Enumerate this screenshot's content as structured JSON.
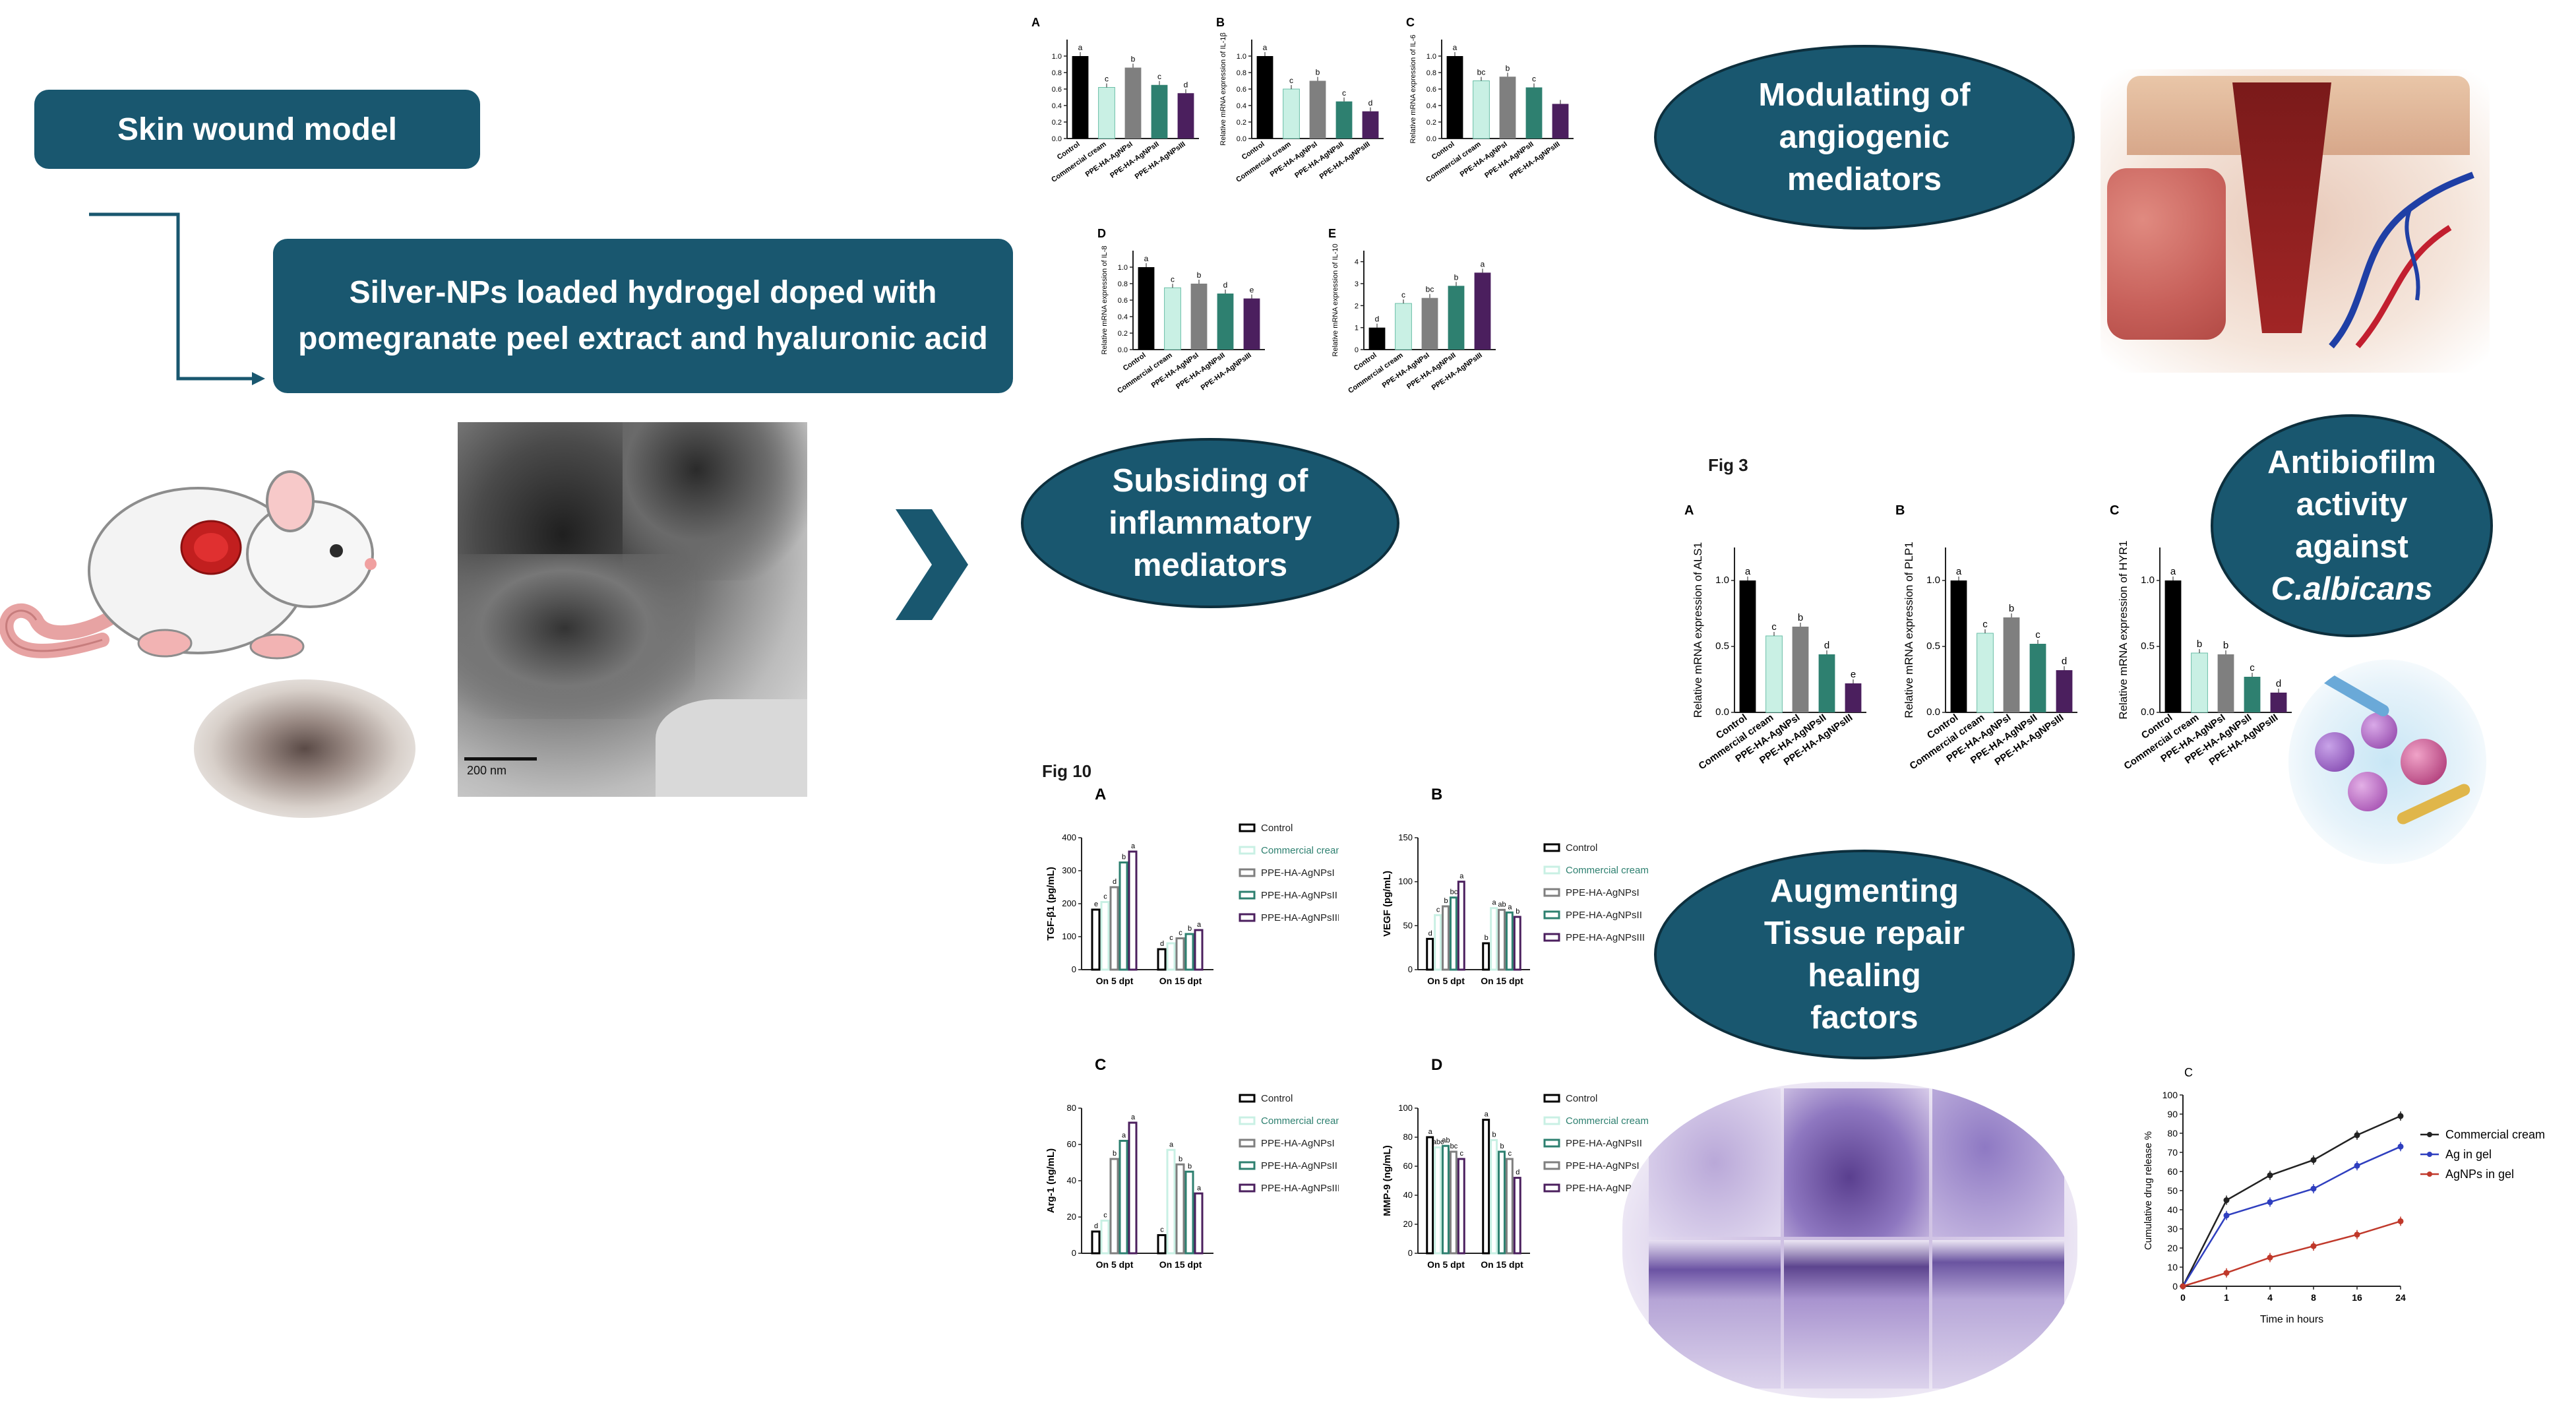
{
  "labels": {
    "skin_wound_model": "Skin wound model",
    "hydrogel": "Silver-NPs loaded hydrogel doped with pomegranate peel extract and hyaluronic acid",
    "tem_scale": "200 nm",
    "subsiding_line1": "Subsiding of",
    "subsiding_line2": "inflammatory",
    "subsiding_line3": "mediators",
    "angio_line1": "Modulating of",
    "angio_line2": "angiogenic",
    "angio_line3": "mediators",
    "antibiofilm_line1": "Antibiofilm",
    "antibiofilm_line2": "activity",
    "antibiofilm_line3": "against",
    "antibiofilm_line4": "C.albicans",
    "augment_line1": "Augmenting",
    "augment_line2": "Tissue repair",
    "augment_line3": "healing",
    "augment_line4": "factors",
    "fig3": "Fig 3",
    "fig10": "Fig 10"
  },
  "colors": {
    "banner": "#19576f",
    "control": "#000000",
    "commercial": "#c9f0e4",
    "agnps1": "#7f7f7f",
    "agnps2": "#2e8070",
    "agnps3": "#4b1f5e"
  },
  "groups": [
    "Control",
    "Commercial cream",
    "PPE-HA-AgNPsI",
    "PPE-HA-AgNPsII",
    "PPE-HA-AgNPsIII"
  ],
  "chart_data": [
    {
      "id": "inflam_A",
      "type": "bar",
      "panel": "A",
      "ylabel": "",
      "ylim": [
        0,
        1.2
      ],
      "ticks": [
        "0.0",
        "0.2",
        "0.4",
        "0.6",
        "0.8",
        "1.0"
      ],
      "tick_vals": [
        0,
        0.2,
        0.4,
        0.6,
        0.8,
        1.0
      ],
      "categories": [
        "Control",
        "Commercial cream",
        "PPE-HA-AgNPsI",
        "PPE-HA-AgNPsII",
        "PPE-HA-AgNPsIII"
      ],
      "values": [
        1.0,
        0.62,
        0.86,
        0.65,
        0.55
      ],
      "letters": [
        "a",
        "c",
        "b",
        "c",
        "d"
      ]
    },
    {
      "id": "inflam_B",
      "type": "bar",
      "panel": "B",
      "ylabel": "Relative mRNA expression of IL-1β",
      "ylim": [
        0,
        1.2
      ],
      "ticks": [
        "0.0",
        "0.2",
        "0.4",
        "0.6",
        "0.8",
        "1.0"
      ],
      "tick_vals": [
        0,
        0.2,
        0.4,
        0.6,
        0.8,
        1.0
      ],
      "categories": [
        "Control",
        "Commercial cream",
        "PPE-HA-AgNPsI",
        "PPE-HA-AgNPsII",
        "PPE-HA-AgNPsIII"
      ],
      "values": [
        1.0,
        0.6,
        0.7,
        0.45,
        0.33
      ],
      "letters": [
        "a",
        "c",
        "b",
        "c",
        "d"
      ]
    },
    {
      "id": "inflam_C",
      "type": "bar",
      "panel": "C",
      "ylabel": "Relative mRNA expression of IL-6",
      "ylim": [
        0,
        1.2
      ],
      "ticks": [
        "0.0",
        "0.2",
        "0.4",
        "0.6",
        "0.8",
        "1.0"
      ],
      "tick_vals": [
        0,
        0.2,
        0.4,
        0.6,
        0.8,
        1.0
      ],
      "categories": [
        "Control",
        "Commercial cream",
        "PPE-HA-AgNPsI",
        "PPE-HA-AgNPsII",
        "PPE-HA-AgNPsIII"
      ],
      "values": [
        1.0,
        0.7,
        0.75,
        0.62,
        0.42
      ],
      "letters": [
        "a",
        "bc",
        "b",
        "c",
        ""
      ]
    },
    {
      "id": "inflam_D",
      "type": "bar",
      "panel": "D",
      "ylabel": "Relative mRNA expression of IL-8",
      "ylim": [
        0,
        1.2
      ],
      "ticks": [
        "0.0",
        "0.2",
        "0.4",
        "0.6",
        "0.8",
        "1.0"
      ],
      "tick_vals": [
        0,
        0.2,
        0.4,
        0.6,
        0.8,
        1.0
      ],
      "categories": [
        "Control",
        "Commercial cream",
        "PPE-HA-AgNPsI",
        "PPE-HA-AgNPsII",
        "PPE-HA-AgNPsIII"
      ],
      "values": [
        1.0,
        0.75,
        0.8,
        0.68,
        0.62
      ],
      "letters": [
        "a",
        "c",
        "b",
        "d",
        "e"
      ]
    },
    {
      "id": "inflam_E",
      "type": "bar",
      "panel": "E",
      "ylabel": "Relative mRNA expression of IL-10",
      "ylim": [
        0,
        4.5
      ],
      "ticks": [
        "0",
        "1",
        "2",
        "3",
        "4"
      ],
      "tick_vals": [
        0,
        1,
        2,
        3,
        4
      ],
      "categories": [
        "Control",
        "Commercial cream",
        "PPE-HA-AgNPsI",
        "PPE-HA-AgNPsII",
        "PPE-HA-AgNPsIII"
      ],
      "values": [
        1.0,
        2.1,
        2.35,
        2.9,
        3.5
      ],
      "letters": [
        "d",
        "c",
        "bc",
        "b",
        "a"
      ]
    },
    {
      "id": "fig3_A",
      "type": "bar",
      "panel": "A",
      "ylabel": "Relative mRNA expression of ALS1",
      "ylim": [
        0,
        1.25
      ],
      "ticks": [
        "0.0",
        "0.5",
        "1.0"
      ],
      "tick_vals": [
        0,
        0.5,
        1.0
      ],
      "categories": [
        "Control",
        "Commercial cream",
        "PPE-HA-AgNPsI",
        "PPE-HA-AgNPsII",
        "PPE-HA-AgNPsIII"
      ],
      "values": [
        1.0,
        0.58,
        0.65,
        0.44,
        0.22
      ],
      "letters": [
        "a",
        "c",
        "b",
        "d",
        "e"
      ]
    },
    {
      "id": "fig3_B",
      "type": "bar",
      "panel": "B",
      "ylabel": "Relative mRNA expression of PLP1",
      "ylim": [
        0,
        1.25
      ],
      "ticks": [
        "0.0",
        "0.5",
        "1.0"
      ],
      "tick_vals": [
        0,
        0.5,
        1.0
      ],
      "categories": [
        "Control",
        "Commercial cream",
        "PPE-HA-AgNPsI",
        "PPE-HA-AgNPsII",
        "PPE-HA-AgNPsIII"
      ],
      "values": [
        1.0,
        0.6,
        0.72,
        0.52,
        0.32
      ],
      "letters": [
        "a",
        "c",
        "b",
        "c",
        "d"
      ]
    },
    {
      "id": "fig3_C",
      "type": "bar",
      "panel": "C",
      "ylabel": "Relative mRNA expression of HYR1",
      "ylim": [
        0,
        1.25
      ],
      "ticks": [
        "0.0",
        "0.5",
        "1.0"
      ],
      "tick_vals": [
        0,
        0.5,
        1.0
      ],
      "categories": [
        "Control",
        "Commercial cream",
        "PPE-HA-AgNPsI",
        "PPE-HA-AgNPsII",
        "PPE-HA-AgNPsIII"
      ],
      "values": [
        1.0,
        0.45,
        0.44,
        0.27,
        0.15
      ],
      "letters": [
        "a",
        "b",
        "b",
        "c",
        "d"
      ]
    },
    {
      "id": "fig10_A",
      "type": "bar",
      "panel": "A",
      "ylabel": "TGF-β1 (pg/mL)",
      "ylim": [
        0,
        400
      ],
      "ticks": [
        "0",
        "100",
        "200",
        "300",
        "400"
      ],
      "tick_vals": [
        0,
        100,
        200,
        300,
        400
      ],
      "categories": [
        "On 5 dpt",
        "On 15 dpt"
      ],
      "series": [
        {
          "name": "Control",
          "values": [
            182,
            62
          ]
        },
        {
          "name": "Commercial cream",
          "values": [
            205,
            80
          ]
        },
        {
          "name": "PPE-HA-AgNPsI",
          "values": [
            250,
            95
          ]
        },
        {
          "name": "PPE-HA-AgNPsII",
          "values": [
            325,
            108
          ]
        },
        {
          "name": "PPE-HA-AgNPsIII",
          "values": [
            358,
            120
          ]
        }
      ],
      "letters": [
        [
          "e",
          "c",
          "d",
          "b",
          "a"
        ],
        [
          "d",
          "c",
          "c",
          "b",
          "a"
        ]
      ]
    },
    {
      "id": "fig10_B",
      "type": "bar",
      "panel": "B",
      "ylabel": "VEGF (pg/mL)",
      "ylim": [
        0,
        150
      ],
      "ticks": [
        "0",
        "50",
        "100",
        "150"
      ],
      "tick_vals": [
        0,
        50,
        100,
        150
      ],
      "categories": [
        "On 5 dpt",
        "On 15 dpt"
      ],
      "series": [
        {
          "name": "Control",
          "values": [
            35,
            30
          ]
        },
        {
          "name": "Commercial cream",
          "values": [
            62,
            70
          ]
        },
        {
          "name": "PPE-HA-AgNPsI",
          "values": [
            72,
            68
          ]
        },
        {
          "name": "PPE-HA-AgNPsII",
          "values": [
            82,
            65
          ]
        },
        {
          "name": "PPE-HA-AgNPsIII",
          "values": [
            100,
            60
          ]
        }
      ],
      "letters": [
        [
          "d",
          "c",
          "b",
          "bc",
          "a"
        ],
        [
          "b",
          "a",
          "ab",
          "a",
          "b"
        ]
      ]
    },
    {
      "id": "fig10_C",
      "type": "bar",
      "panel": "C",
      "ylabel": "Arg-1 (ng/mL)",
      "ylim": [
        0,
        80
      ],
      "ticks": [
        "0",
        "20",
        "40",
        "60",
        "80"
      ],
      "tick_vals": [
        0,
        20,
        40,
        60,
        80
      ],
      "categories": [
        "On 5 dpt",
        "On 15 dpt"
      ],
      "series": [
        {
          "name": "Control",
          "values": [
            12,
            10
          ]
        },
        {
          "name": "Commercial cream",
          "values": [
            18,
            57
          ]
        },
        {
          "name": "PPE-HA-AgNPsI",
          "values": [
            52,
            49
          ]
        },
        {
          "name": "PPE-HA-AgNPsII",
          "values": [
            62,
            45
          ]
        },
        {
          "name": "PPE-HA-AgNPsIII",
          "values": [
            72,
            33
          ]
        }
      ],
      "letters": [
        [
          "d",
          "c",
          "b",
          "a",
          "a"
        ],
        [
          "c",
          "a",
          "b",
          "b",
          "a"
        ]
      ]
    },
    {
      "id": "fig10_D",
      "type": "bar",
      "panel": "D",
      "ylabel": "MMP-9 (ng/mL)",
      "ylim": [
        0,
        100
      ],
      "ticks": [
        "0",
        "20",
        "40",
        "60",
        "80",
        "100"
      ],
      "tick_vals": [
        0,
        20,
        40,
        60,
        80,
        100
      ],
      "categories": [
        "On 5 dpt",
        "On 15 dpt"
      ],
      "series": [
        {
          "name": "Control",
          "values": [
            80,
            92
          ]
        },
        {
          "name": "Commercial cream",
          "values": [
            73,
            78
          ]
        },
        {
          "name": "PPE-HA-AgNPsII",
          "values": [
            74,
            70
          ]
        },
        {
          "name": "PPE-HA-AgNPsI",
          "values": [
            70,
            65
          ]
        },
        {
          "name": "PPE-HA-AgNPsIII",
          "values": [
            65,
            52
          ]
        }
      ],
      "letters": [
        [
          "a",
          "abc",
          "ab",
          "bc",
          "c"
        ],
        [
          "a",
          "b",
          "b",
          "c",
          "d"
        ]
      ]
    },
    {
      "id": "release_C",
      "type": "line",
      "panel": "C",
      "xlabel": "Time in hours",
      "ylabel": "Cumulative drug release %",
      "ylim": [
        0,
        100
      ],
      "ticks": [
        "0",
        "10",
        "20",
        "30",
        "40",
        "50",
        "60",
        "70",
        "80",
        "90",
        "100"
      ],
      "tick_vals": [
        0,
        10,
        20,
        30,
        40,
        50,
        60,
        70,
        80,
        90,
        100
      ],
      "categories": [
        "0",
        "1",
        "4",
        "8",
        "16",
        "24"
      ],
      "series": [
        {
          "name": "Commercial cream",
          "color": "#222222",
          "values": [
            0,
            45,
            58,
            66,
            79,
            89
          ]
        },
        {
          "name": "Ag in gel",
          "color": "#2f3fbf",
          "values": [
            0,
            37,
            44,
            51,
            63,
            73
          ]
        },
        {
          "name": "AgNPs in gel",
          "color": "#c0392b",
          "values": [
            0,
            7,
            15,
            21,
            27,
            34
          ]
        }
      ]
    }
  ]
}
